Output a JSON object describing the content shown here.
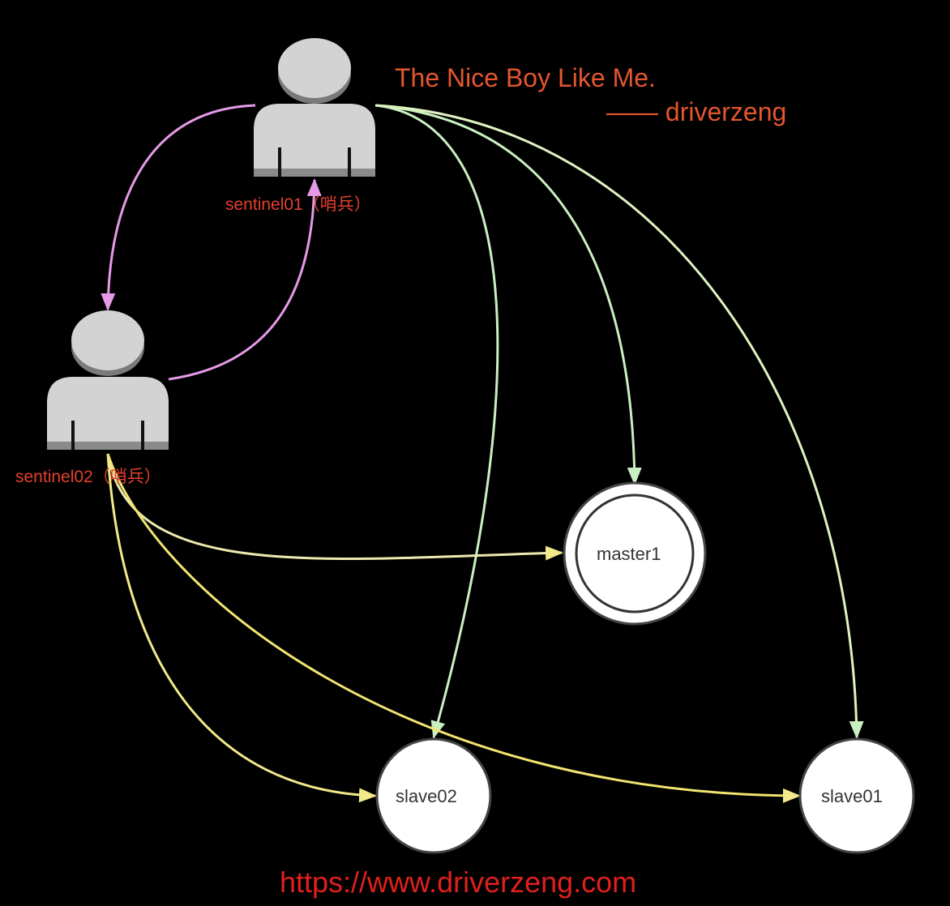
{
  "quote": {
    "line1": "The Nice Boy Like Me.",
    "line2": "—— driverzeng"
  },
  "nodes": {
    "sentinel01": "sentinel01（哨兵）",
    "sentinel02": "sentinel02（哨兵）",
    "master": "master1",
    "slave02": "slave02",
    "slave01": "slave01"
  },
  "footer": {
    "url": "https://www.driverzeng.com"
  },
  "colors": {
    "sentinel_link": "#e59ae8",
    "sentinel01_link": "#c9f0c0",
    "sentinel02_link": "#f2e98a",
    "text_orange": "#e4572e",
    "url_red": "#e0201c"
  }
}
